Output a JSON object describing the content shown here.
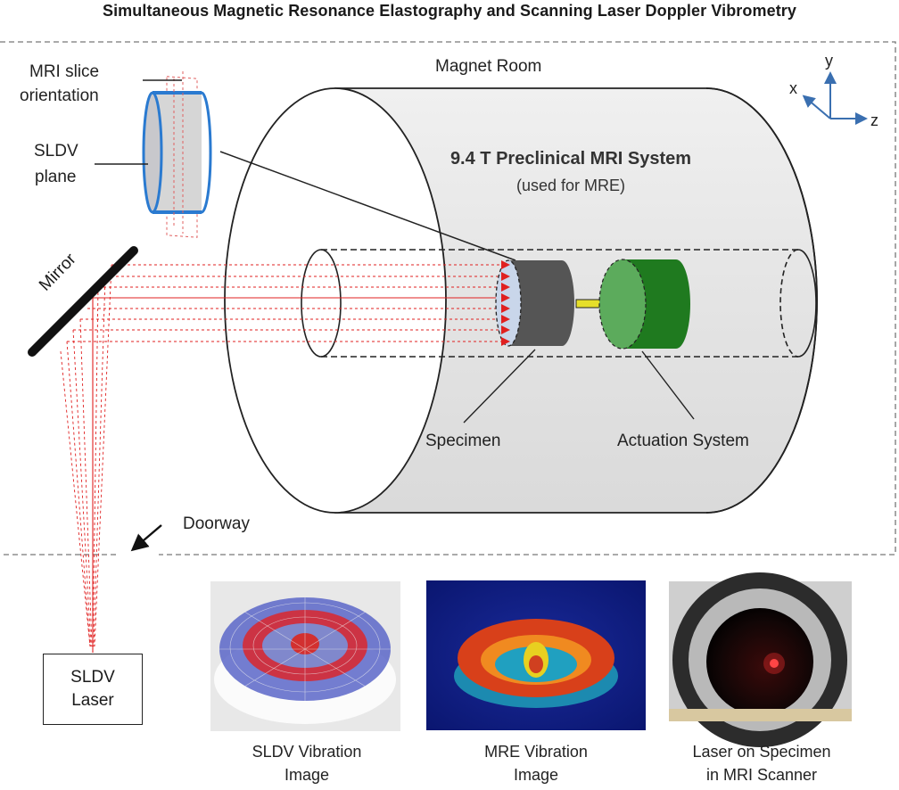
{
  "title": "Simultaneous Magnetic Resonance Elastography and Scanning Laser Doppler Vibrometry",
  "labels": {
    "magnet_room": "Magnet Room",
    "mri_slice_line1": "MRI slice",
    "mri_slice_line2": "orientation",
    "sldv_plane_line1": "SLDV",
    "sldv_plane_line2": "plane",
    "mirror": "Mirror",
    "mri_system": "9.4 T Preclinical MRI System",
    "mri_system_sub": "(used for MRE)",
    "specimen": "Specimen",
    "actuation": "Actuation System",
    "doorway": "Doorway",
    "laser_line1": "SLDV",
    "laser_line2": "Laser"
  },
  "axes": {
    "x": "x",
    "y": "y",
    "z": "z"
  },
  "captions": [
    {
      "line1": "SLDV Vibration",
      "line2": "Image"
    },
    {
      "line1": "MRE Vibration",
      "line2": "Image"
    },
    {
      "line1": "Laser on Specimen",
      "line2": "in MRI Scanner"
    }
  ],
  "colors": {
    "laser": "#e02020",
    "specimen": "#555555",
    "actuator_dark": "#1f7a1f",
    "actuator_light": "#5cab5c",
    "axis": "#3a6fb0",
    "bore": "#e6e6e6"
  }
}
